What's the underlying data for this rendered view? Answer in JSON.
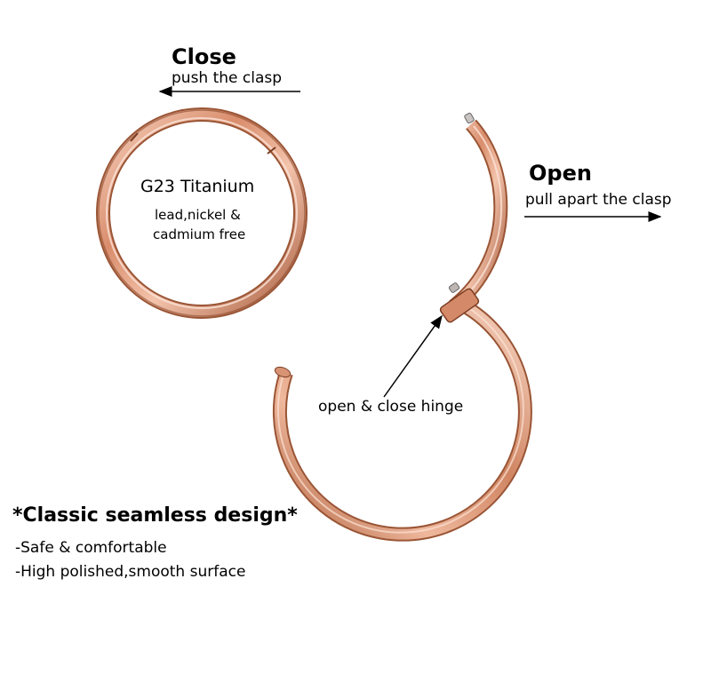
{
  "close": {
    "title": "Close",
    "subtitle": "push the clasp"
  },
  "open": {
    "title": "Open",
    "subtitle": "pull apart the clasp"
  },
  "ring_label": {
    "material": "G23 Titanium",
    "free_line1": "lead,nickel &",
    "free_line2": "cadmium free"
  },
  "hinge_label": "open & close hinge",
  "features": {
    "heading": "*Classic seamless design*",
    "items": [
      "-Safe & comfortable",
      "-High polished,smooth surface"
    ]
  },
  "colors": {
    "ring_dark": "#b9714f",
    "ring_mid": "#e7a688",
    "ring_light": "#f9dccd",
    "ring_shadow": "#8c4a2f"
  }
}
